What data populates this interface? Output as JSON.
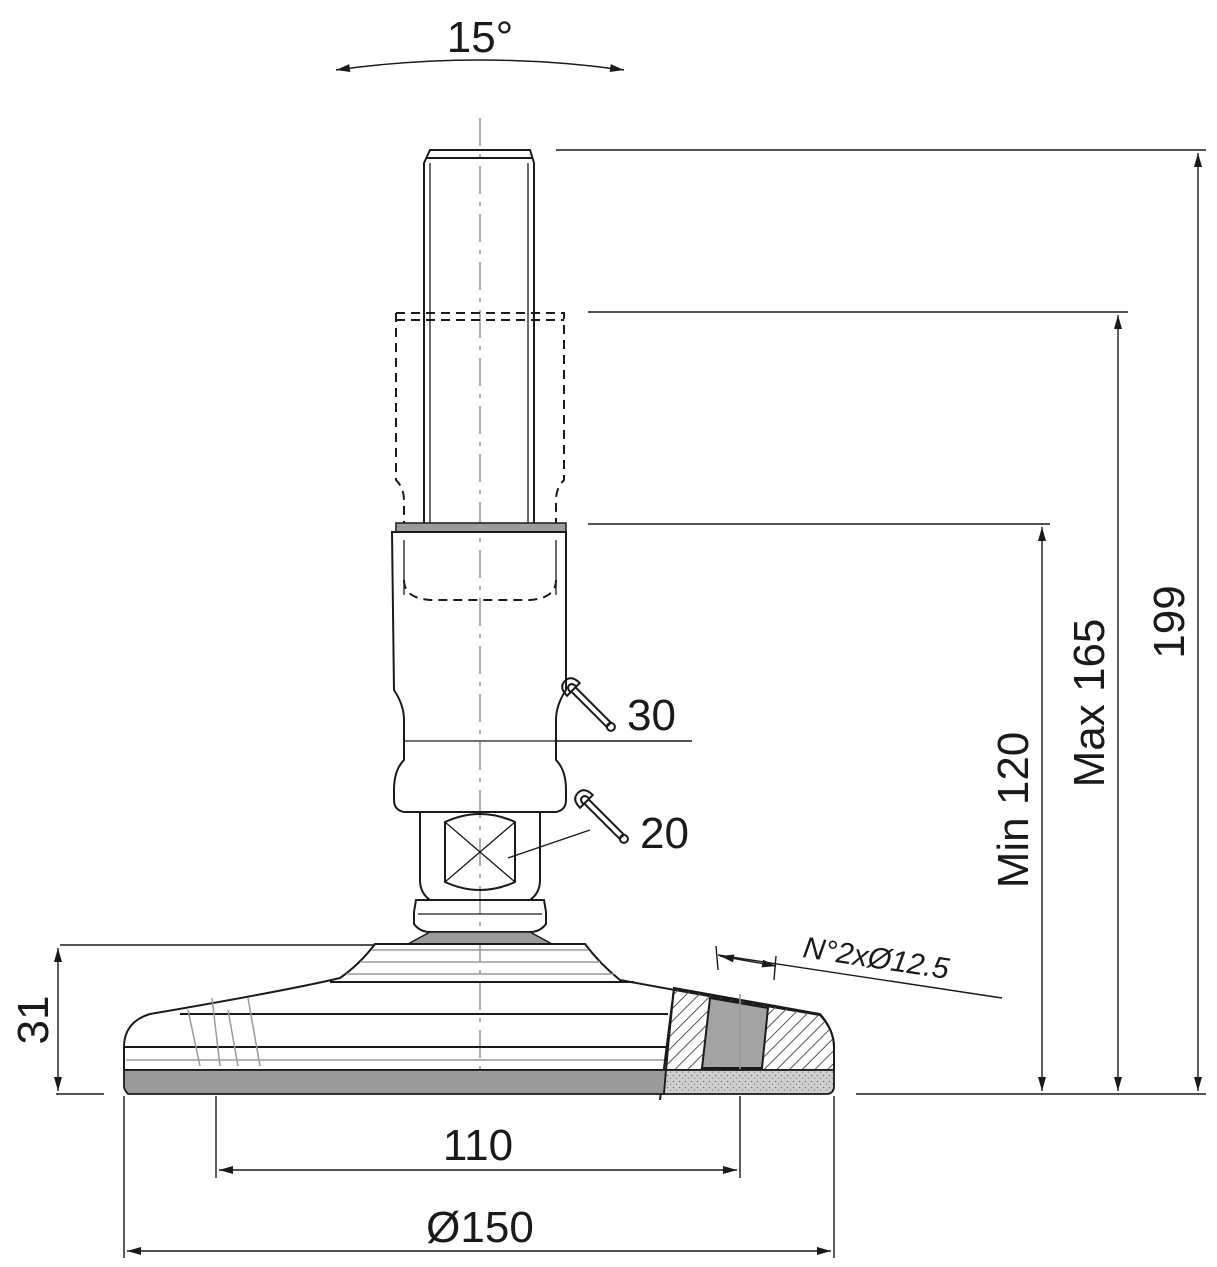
{
  "labels": {
    "tilt_angle": "15°",
    "wrench_30": "30",
    "wrench_20": "20",
    "holes": "N°2xØ12.5",
    "min_height": "Min 120",
    "max_height": "Max 165",
    "total_height": "199",
    "base_height": "31",
    "hole_spacing": "110",
    "base_diameter": "Ø150"
  },
  "colors": {
    "line": "#1a1a1a",
    "rubber_pad": "#9b9b9b",
    "hatch": "#555555",
    "center_line": "#9a9a9a"
  },
  "icons": [
    "wrench-icon",
    "wrench-icon"
  ]
}
